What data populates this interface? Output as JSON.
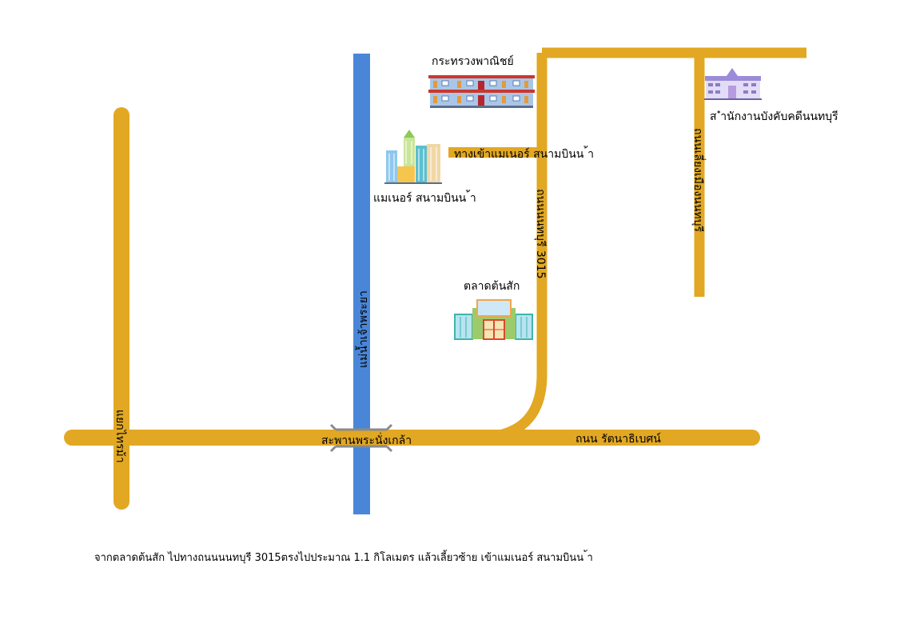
{
  "colors": {
    "road": "#E2A823",
    "river": "#4A86D8",
    "bridge": "#8A8A8A"
  },
  "roads": {
    "ratthanathibet": "ถนน รัตนาธิเบศน์",
    "nonthaburi_3015": "ถนนนนทบุรี 3015",
    "mueang_nonthaburi": "ถนนเลี่ยงเมืองนนทบุรี",
    "left_vertical": "แยกไทรม้า",
    "manor_entrance": "ทางเข้าแมเนอร์ สนามบินน ้า"
  },
  "river": {
    "label": "แม่น้ำเจ้าพระยา"
  },
  "bridge": {
    "label": "สะพานพระนั่งเกล้า"
  },
  "landmarks": {
    "ministry": {
      "label": "กระทรวงพาณิชย์",
      "icon": "government-building-icon"
    },
    "manor": {
      "label": "แมเนอร์ สนามบินน ้า",
      "icon": "condominium-icon"
    },
    "market": {
      "label": "ตลาดต้นสัก",
      "icon": "market-building-icon"
    },
    "enforcement_office": {
      "label": "ส ำนักงานบังคับคดีนนทบุรี",
      "icon": "office-building-icon"
    }
  },
  "directions": "จากตลาดต้นสัก ไปทางถนนนนทบุรี 3015ตรงไปประมาณ 1.1 กิโลเมตร แล้วเลี้ยวซ้าย เข้าแมเนอร์ สนามบินน ้า"
}
